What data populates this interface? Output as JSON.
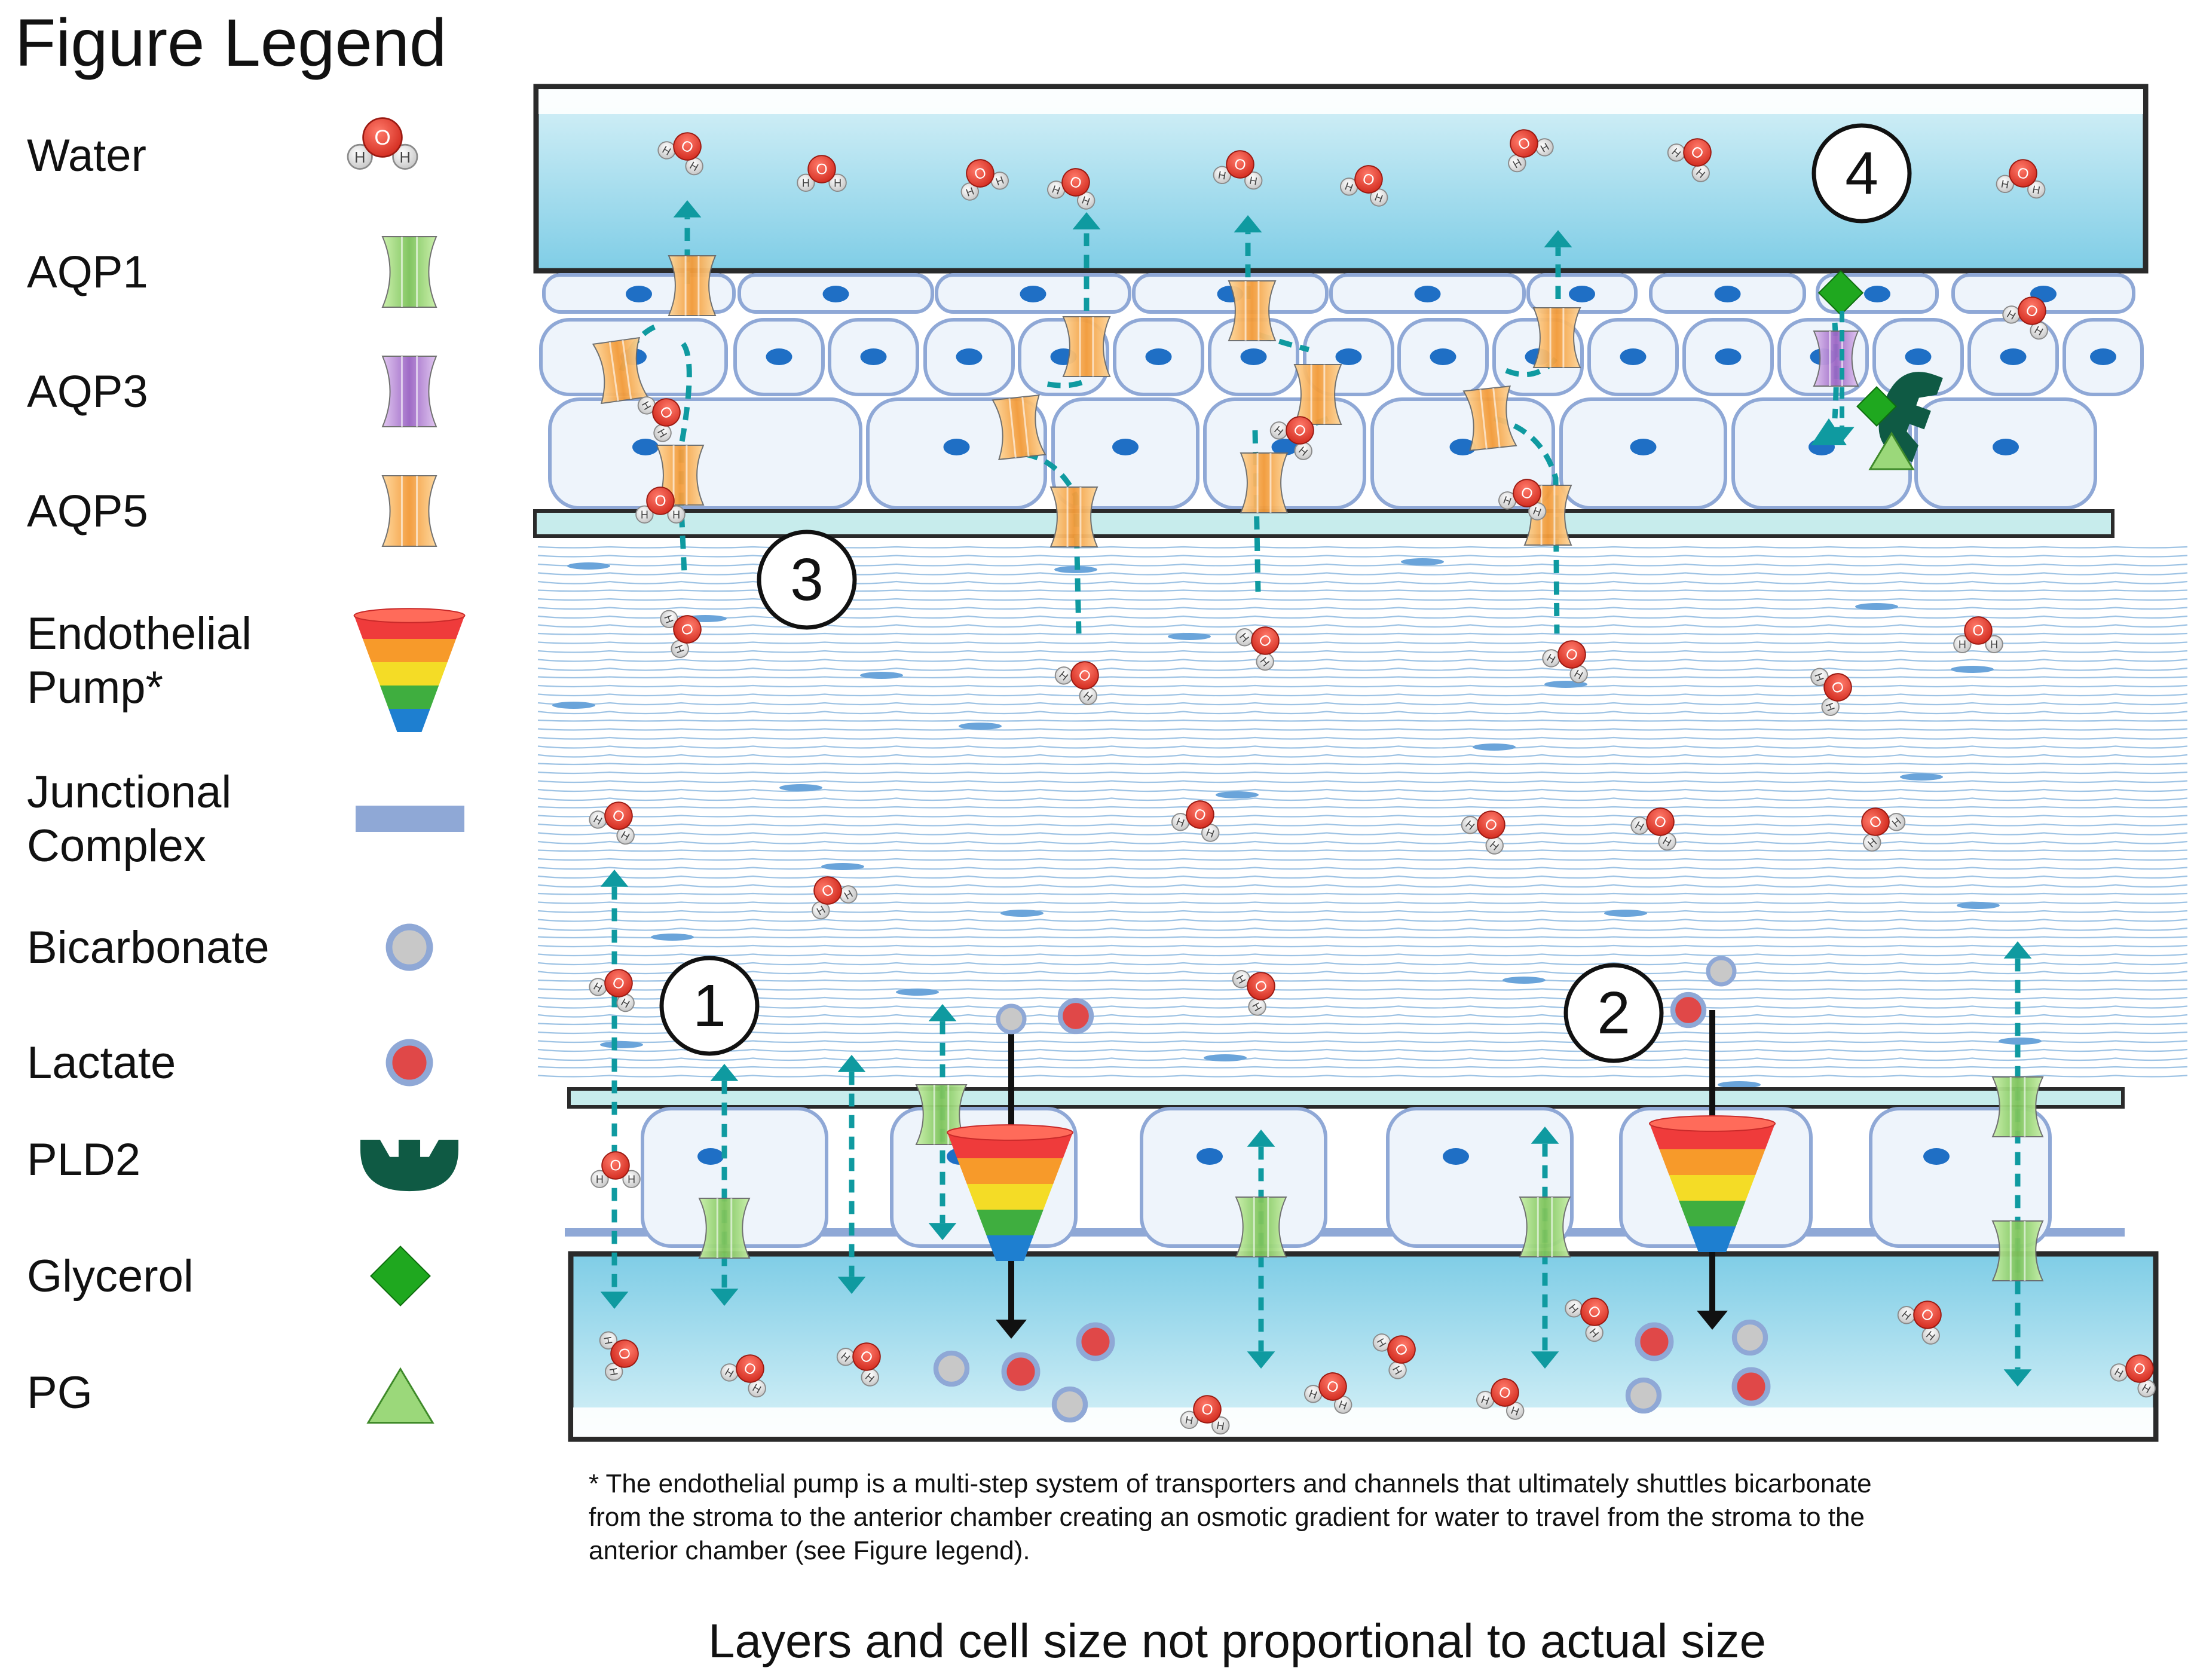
{
  "legend": {
    "title": "Figure Legend",
    "items": [
      {
        "label_lines": [
          "Water"
        ],
        "icon": "water-molecule"
      },
      {
        "label_lines": [
          "AQP1"
        ],
        "icon": "aqp1-channel",
        "color": "#9bd87a"
      },
      {
        "label_lines": [
          "AQP3"
        ],
        "icon": "aqp3-channel",
        "color": "#b98ad6"
      },
      {
        "label_lines": [
          "AQP5"
        ],
        "icon": "aqp5-channel",
        "color": "#f7b85a"
      },
      {
        "label_lines": [
          "Endothelial",
          "Pump*"
        ],
        "icon": "endothelial-pump"
      },
      {
        "label_lines": [
          "Junctional",
          "Complex"
        ],
        "icon": "junctional-complex",
        "color": "#8fa8d6"
      },
      {
        "label_lines": [
          "Bicarbonate"
        ],
        "icon": "bicarbonate",
        "color": "#c8c8c8"
      },
      {
        "label_lines": [
          "Lactate"
        ],
        "icon": "lactate",
        "color": "#e04848"
      },
      {
        "label_lines": [
          "PLD2"
        ],
        "icon": "pld2",
        "color": "#0f5a44"
      },
      {
        "label_lines": [
          "Glycerol"
        ],
        "icon": "glycerol",
        "color": "#1fa81f"
      },
      {
        "label_lines": [
          "PG"
        ],
        "icon": "pg",
        "color": "#9bd87a"
      }
    ]
  },
  "water_atoms": {
    "oxygen": "O",
    "hydrogen": "H"
  },
  "markers": [
    "1",
    "2",
    "3",
    "4"
  ],
  "footnote": [
    "* The endothelial pump is a multi-step system of transporters and channels that ultimately shuttles bicarbonate",
    "from the stroma to the anterior chamber creating an osmotic gradient for water to travel from the stroma to the",
    "anterior chamber (see Figure legend)."
  ],
  "caption": "Layers and cell size not proportional to actual size",
  "colors": {
    "tear_film": "#a8dcec",
    "aqueous": "#9ad6ea",
    "cell_fill": "#eef4fb",
    "cell_border": "#8fa8d6",
    "nucleus": "#1f6fc5",
    "stroma_line": "#9ec3e4",
    "membrane": "#c7ecec",
    "arrow": "#0f9aa0",
    "outline": "#2a2a2a"
  }
}
